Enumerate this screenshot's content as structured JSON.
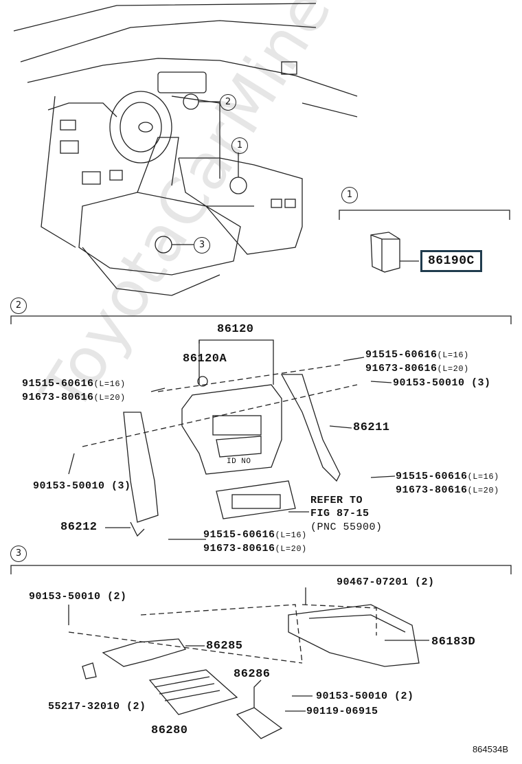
{
  "watermark": "ToyotaCarMine.ru",
  "sections": [
    "1",
    "2",
    "3"
  ],
  "overview_callouts": [
    "2",
    "1",
    "3"
  ],
  "section1": {
    "part": "86190C"
  },
  "section2": {
    "p86120": "86120",
    "p86120A": "86120A",
    "l_91515_a": "91515-60616",
    "l_91515_a_note": "(L=16)",
    "l_91673_a": "91673-80616",
    "l_91673_a_note": "(L=20)",
    "r_91515_a": "91515-60616",
    "r_91515_a_note": "(L=16)",
    "r_91673_a": "91673-80616",
    "r_91673_a_note": "(L=20)",
    "r_90153": "90153-50010 (3)",
    "p86211": "86211",
    "l_90153": "90153-50010 (3)",
    "r_91515_b": "91515-60616",
    "r_91515_b_note": "(L=16)",
    "r_91673_b": "91673-80616",
    "r_91673_b_note": "(L=20)",
    "refer1": "REFER TO",
    "refer2": "FIG 87-15",
    "refer3": "(PNC 55900)",
    "p86212": "86212",
    "b_91515": "91515-60616",
    "b_91515_note": "(L=16)",
    "b_91673": "91673-80616",
    "b_91673_note": "(L=20)",
    "id_no": "ID NO"
  },
  "section3": {
    "p90153_a": "90153-50010 (2)",
    "p90467": "90467-07201 (2)",
    "p86285": "86285",
    "p86183D": "86183D",
    "p86286": "86286",
    "p90153_b": "90153-50010 (2)",
    "p90119": "90119-06915",
    "p55217": "55217-32010 (2)",
    "p86280": "86280"
  },
  "figure_code": "864534B"
}
